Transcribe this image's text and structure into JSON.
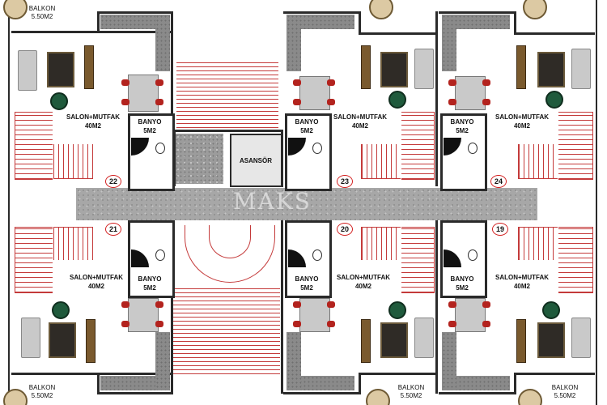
{
  "rooms": {
    "salon_mutfak": "SALON+MUTFAK",
    "area_living": "40M2",
    "banyo": "BANYO",
    "area_bath": "5M2",
    "balkon": "BALKON",
    "area_balkon": "5.50M2",
    "asansor": "ASANSÖR"
  },
  "units": {
    "u22": "22",
    "u23": "23",
    "u24": "24",
    "u21": "21",
    "u20": "20",
    "u19": "19"
  },
  "watermark": "MAKS",
  "colors": {
    "stairs": "#c43a3a",
    "badge_ring": "#d21c1c",
    "corridor": "#a7a7a7"
  }
}
